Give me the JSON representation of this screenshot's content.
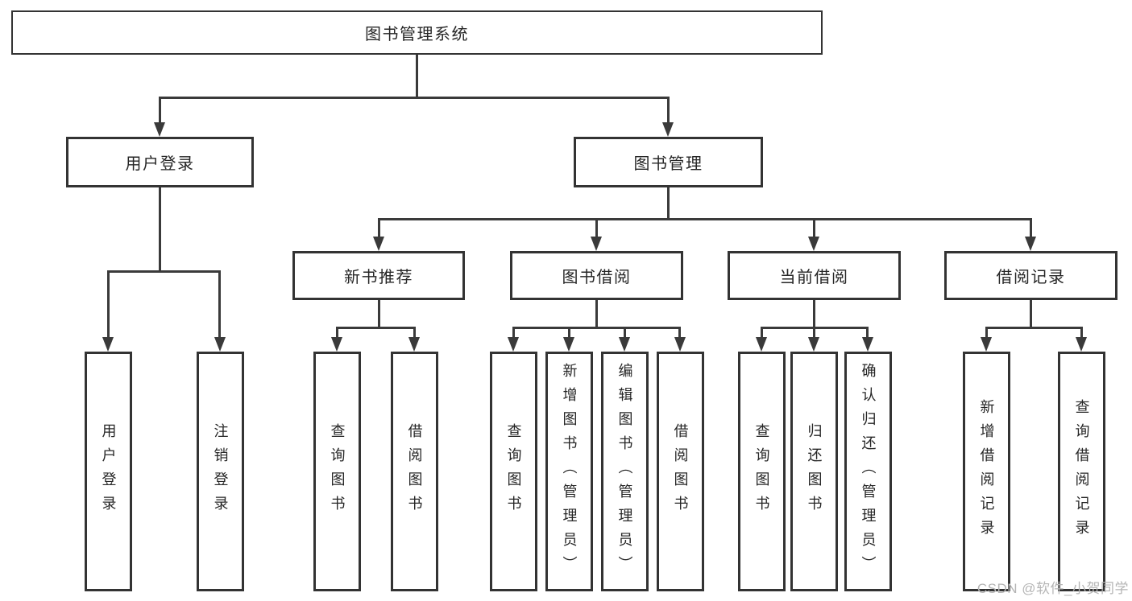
{
  "tree": {
    "root": {
      "label": "图书管理系统"
    },
    "children": [
      {
        "label": "用户登录",
        "children": [
          {
            "label": "用户登录"
          },
          {
            "label": "注销登录"
          }
        ]
      },
      {
        "label": "图书管理",
        "children": [
          {
            "label": "新书推荐",
            "children": [
              {
                "label": "查询图书"
              },
              {
                "label": "借阅图书"
              }
            ]
          },
          {
            "label": "图书借阅",
            "children": [
              {
                "label": "查询图书"
              },
              {
                "label": "新增图书（管理员）"
              },
              {
                "label": "编辑图书（管理员）"
              },
              {
                "label": "借阅图书"
              }
            ]
          },
          {
            "label": "当前借阅",
            "children": [
              {
                "label": "查询图书"
              },
              {
                "label": "归还图书"
              },
              {
                "label": "确认归还（管理员）"
              }
            ]
          },
          {
            "label": "借阅记录",
            "children": [
              {
                "label": "新增借阅记录"
              },
              {
                "label": "查询借阅记录"
              }
            ]
          }
        ]
      }
    ]
  },
  "watermark": {
    "text": "CSDN @软件_小贺同学"
  },
  "colors": {
    "background": "#ffffff",
    "line": "#3a3a3a",
    "box_border": "#333333",
    "text": "#262626",
    "watermark": "#b5b5b5"
  }
}
